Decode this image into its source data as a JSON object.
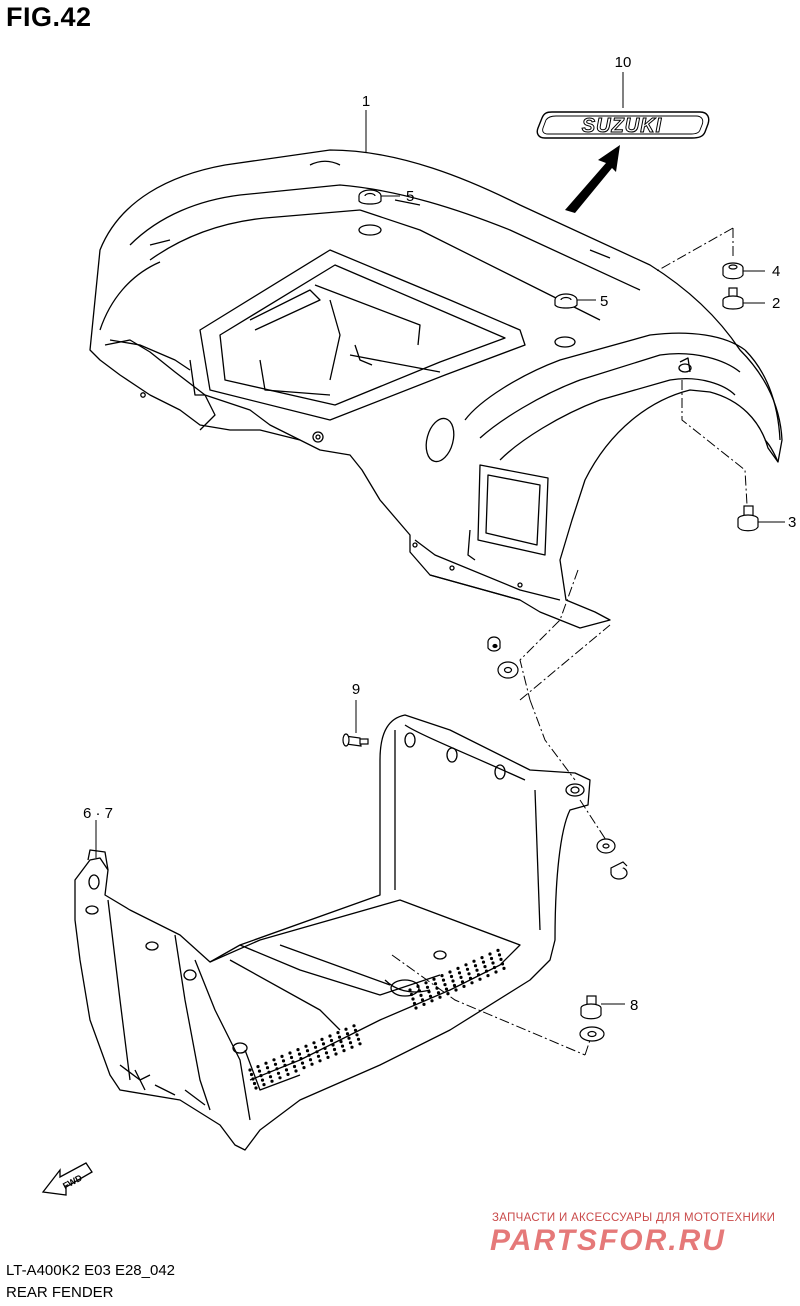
{
  "figure": {
    "title": "FIG.42"
  },
  "callouts": {
    "c1": "1",
    "c2": "2",
    "c3": "3",
    "c4": "4",
    "c5a": "5",
    "c5b": "5",
    "c67": "6 · 7",
    "c8": "8",
    "c9": "9",
    "c10": "10"
  },
  "emblem": {
    "text": "SUZUKI"
  },
  "direction": {
    "arrow_text": "FWD"
  },
  "caption": {
    "model": "LT-A400K2 E03 E28_042",
    "part_name": "REAR FENDER"
  },
  "watermark": {
    "tagline": "ЗАПЧАСТИ И АКСЕССУАРЫ ДЛЯ МОТОТЕХНИКИ",
    "brand": "PARTSFOR.RU"
  },
  "colors": {
    "line": "#000000",
    "background": "#ffffff",
    "watermark_small": "#c94a4a",
    "watermark_big": "#e57979"
  }
}
